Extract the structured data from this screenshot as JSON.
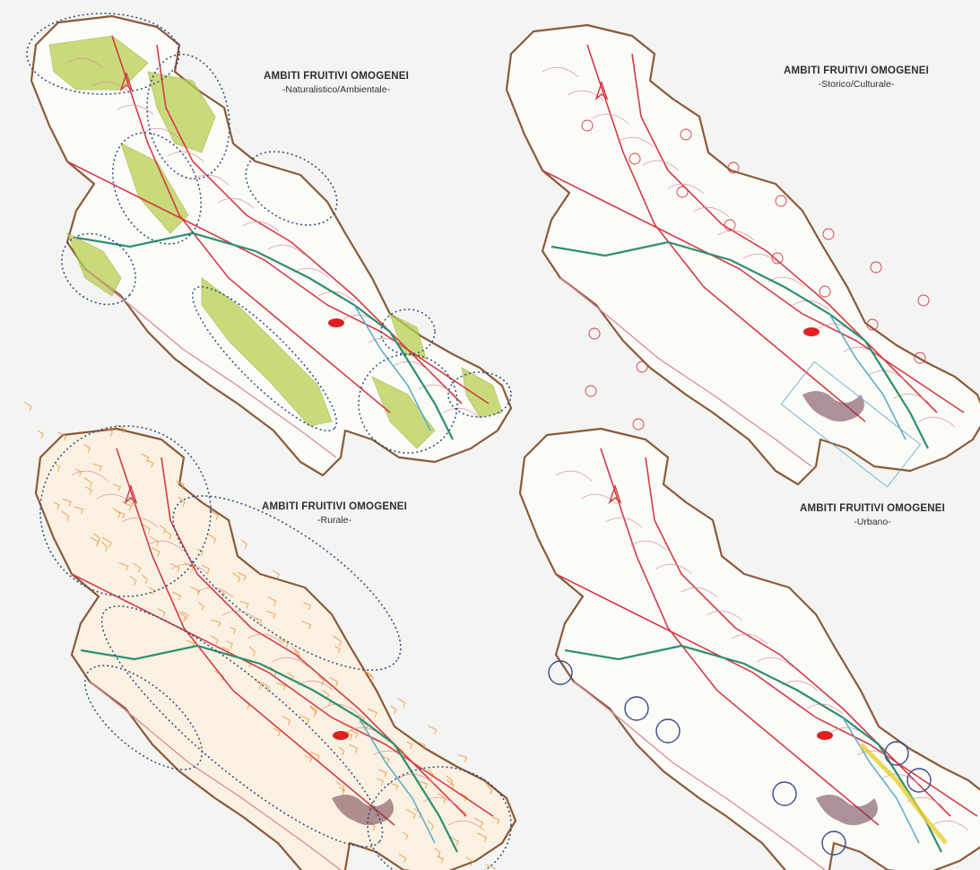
{
  "panels": [
    {
      "title": "AMBITI FRUITIVI OMOGENEI",
      "subtitle": "-Naturalistico/Ambientale-"
    },
    {
      "title": "AMBITI FRUITIVI OMOGENEI",
      "subtitle": "-Storico/Culturale-"
    },
    {
      "title": "AMBITI FRUITIVI OMOGENEI",
      "subtitle": "-Rurale-"
    },
    {
      "title": "AMBITI FRUITIVI OMOGENEI",
      "subtitle": "-Urbano-"
    }
  ],
  "colors": {
    "background": "#f4f4f2",
    "boundary": "#8a5a3a",
    "road_red": "#d23c46",
    "road_pink": "#d98a9a",
    "river_green": "#2f8f6f",
    "river_blue": "#5aaac8",
    "natural_green": "#b9cf52",
    "rural_orange": "#e7a04a",
    "dotted_zone": "#2a4a7a",
    "urban_circle": "#3a4a8a",
    "urban_yellow": "#e8d030"
  },
  "icons": [
    "north-marker-icon"
  ]
}
